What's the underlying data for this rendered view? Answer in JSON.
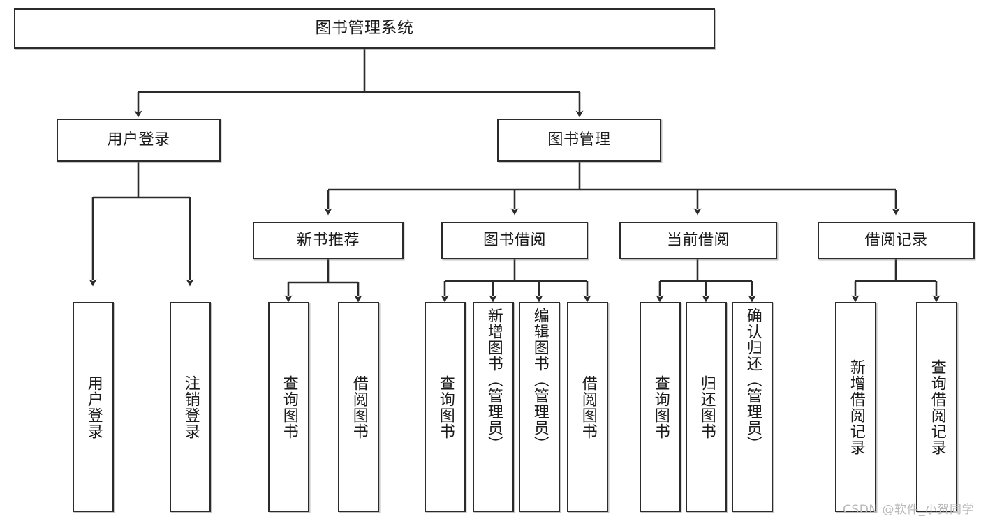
{
  "diagram": {
    "title_node": {
      "id": "root",
      "label": "图书管理系统"
    },
    "level2": [
      {
        "id": "user-login",
        "label": "用户登录"
      },
      {
        "id": "book-manage",
        "label": "图书管理"
      }
    ],
    "level3": [
      {
        "id": "new-book-recommend",
        "label": "新书推荐"
      },
      {
        "id": "book-borrow",
        "label": "图书借阅"
      },
      {
        "id": "current-borrow",
        "label": "当前借阅"
      },
      {
        "id": "borrow-record",
        "label": "借阅记录"
      }
    ],
    "leaves": {
      "user_login": [
        {
          "id": "leaf-user-login",
          "label": "用户登录"
        },
        {
          "id": "leaf-logout-login",
          "label": "注销登录"
        }
      ],
      "new_book_recommend": [
        {
          "id": "leaf-query-book-1",
          "label": "查询图书"
        },
        {
          "id": "leaf-borrow-book-1",
          "label": "借阅图书"
        }
      ],
      "book_borrow": [
        {
          "id": "leaf-query-book-2",
          "label": "查询图书"
        },
        {
          "id": "leaf-add-book",
          "label": "新增图书（管理员）"
        },
        {
          "id": "leaf-edit-book",
          "label": "编辑图书（管理员）"
        },
        {
          "id": "leaf-borrow-book-2",
          "label": "借阅图书"
        }
      ],
      "current_borrow": [
        {
          "id": "leaf-query-book-3",
          "label": "查询图书"
        },
        {
          "id": "leaf-return-book",
          "label": "归还图书"
        },
        {
          "id": "leaf-confirm-return",
          "label": "确认归还（管理员）"
        }
      ],
      "borrow_record": [
        {
          "id": "leaf-add-record",
          "label": "新增借阅记录"
        },
        {
          "id": "leaf-query-record",
          "label": "查询借阅记录"
        }
      ]
    }
  },
  "watermark": {
    "text": "CSDN @软件_小贺同学"
  },
  "colors": {
    "stroke": "#2b2b2b",
    "fill": "#ffffff",
    "text": "#1b1b1b",
    "watermark": "#b9b9b9"
  }
}
